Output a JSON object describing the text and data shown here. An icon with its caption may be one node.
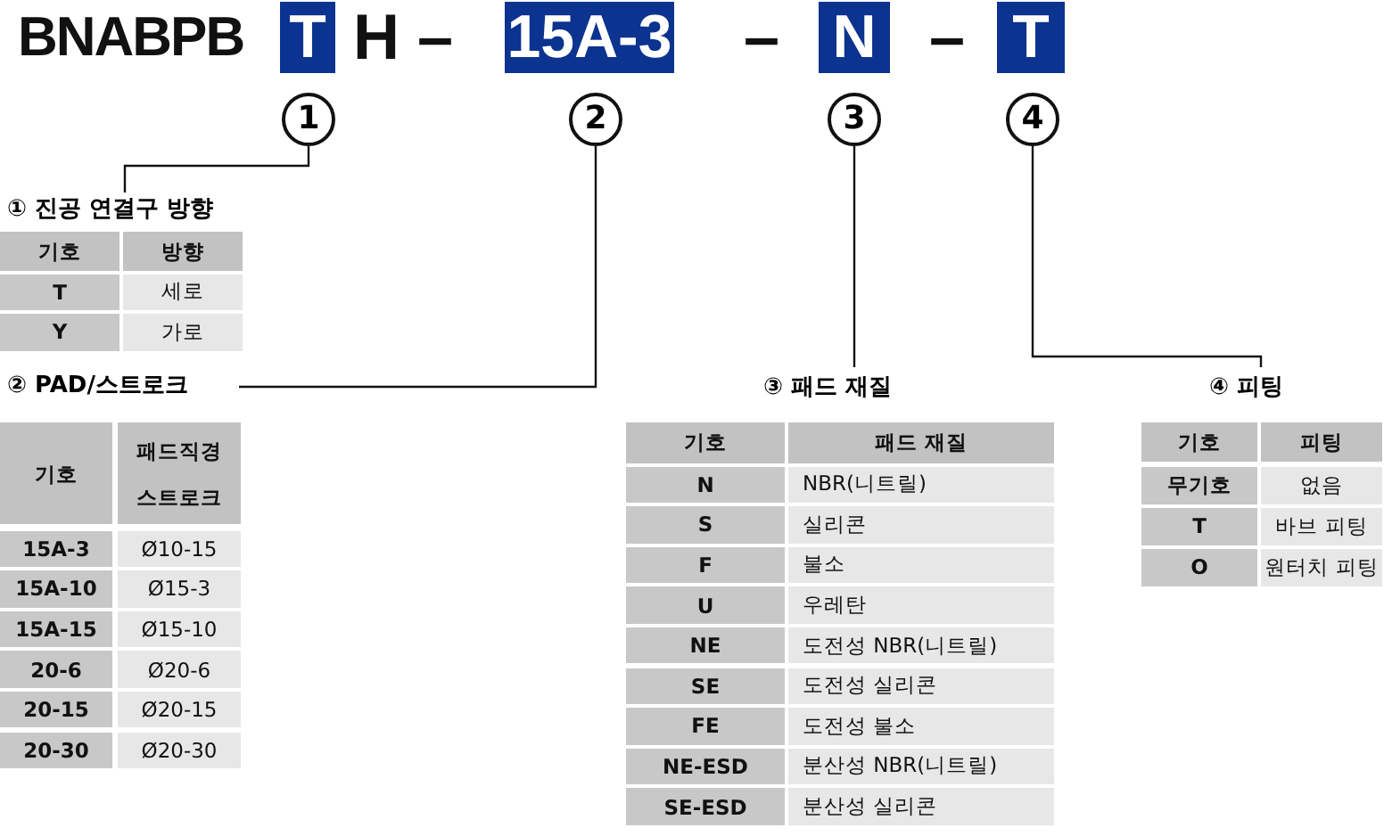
{
  "diagram": {
    "nodes": [
      {
        "text": [
          "T"
        ]
      },
      {
        "text": [
          "15A-3"
        ]
      },
      {
        "text": [
          "N"
        ]
      },
      {
        "text": [
          "T"
        ]
      },
      {
        "text": [
          "1"
        ]
      },
      {
        "text": [
          "2"
        ]
      },
      {
        "text": [
          "3"
        ]
      },
      {
        "text": [
          "4"
        ]
      },
      {
        "text": [
          "① 진공 연결구 방향"
        ]
      },
      {
        "text": [
          "② PAD/스트로크"
        ]
      },
      {
        "text": [
          "③ 패드 재질"
        ]
      },
      {
        "text": [
          "④ 피팅"
        ]
      }
    ],
    "edges": [
      {
        "from": 4,
        "to": 8,
        "arrow": "none"
      },
      {
        "from": 5,
        "to": 9,
        "arrow": "none"
      },
      {
        "from": 6,
        "to": 10,
        "arrow": "none"
      },
      {
        "from": 7,
        "to": 11,
        "arrow": "none"
      }
    ],
    "labels": [
      "BNABPB",
      "H",
      "–",
      "–",
      "–",
      "기호",
      "방향",
      "T",
      "세로",
      "Y",
      "가로",
      "기호",
      "패드직경 스트로크",
      "15A-3",
      "Ø10-15",
      "15A-10",
      "Ø15-3",
      "15A-15",
      "Ø15-10",
      "20-6",
      "Ø20-6",
      "20-15",
      "Ø20-15",
      "20-30",
      "Ø20-30",
      "기호",
      "패드 재질",
      "N",
      "NBR(니트릴)",
      "S",
      "실리콘",
      "F",
      "불소",
      "U",
      "우레탄",
      "NE",
      "도전성 NBR(니트릴)",
      "SE",
      "도전성 실리콘",
      "FE",
      "도전성 불소",
      "NE-ESD",
      "분산성 NBR(니트릴)",
      "SE-ESD",
      "분산성 실리콘",
      "기호",
      "피팅",
      "무기호",
      "없음",
      "T",
      "바브 피팅",
      "O",
      "원터치 피팅"
    ]
  }
}
